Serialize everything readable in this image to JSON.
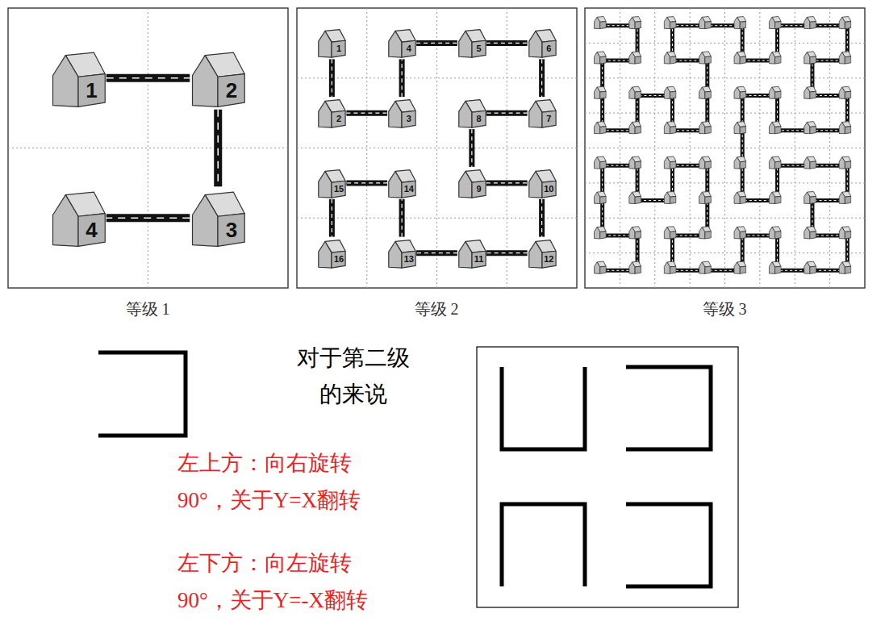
{
  "diagram": {
    "nodes": [
      {
        "text": [
          "1"
        ]
      },
      {
        "text": [
          "2"
        ]
      },
      {
        "text": [
          "3"
        ]
      },
      {
        "text": [
          "4"
        ]
      },
      {
        "text": [
          "1"
        ]
      },
      {
        "text": [
          "2"
        ]
      },
      {
        "text": [
          "3"
        ]
      },
      {
        "text": [
          "4"
        ]
      },
      {
        "text": [
          "5"
        ]
      },
      {
        "text": [
          "6"
        ]
      },
      {
        "text": [
          "7"
        ]
      },
      {
        "text": [
          "8"
        ]
      },
      {
        "text": [
          "9"
        ]
      },
      {
        "text": [
          "10"
        ]
      },
      {
        "text": [
          "11"
        ]
      },
      {
        "text": [
          "12"
        ]
      },
      {
        "text": [
          "13"
        ]
      },
      {
        "text": [
          "14"
        ]
      },
      {
        "text": [
          "15"
        ]
      },
      {
        "text": [
          "16"
        ]
      }
    ],
    "edges": [
      {
        "from": 0,
        "to": 1,
        "arrow": "none"
      },
      {
        "from": 1,
        "to": 2,
        "arrow": "none"
      },
      {
        "from": 2,
        "to": 3,
        "arrow": "none"
      },
      {
        "from": 4,
        "to": 5,
        "arrow": "none"
      },
      {
        "from": 5,
        "to": 6,
        "arrow": "none"
      },
      {
        "from": 6,
        "to": 7,
        "arrow": "none"
      },
      {
        "from": 7,
        "to": 8,
        "arrow": "none"
      },
      {
        "from": 8,
        "to": 9,
        "arrow": "none"
      },
      {
        "from": 9,
        "to": 10,
        "arrow": "none"
      },
      {
        "from": 10,
        "to": 11,
        "arrow": "none"
      },
      {
        "from": 11,
        "to": 12,
        "arrow": "none"
      },
      {
        "from": 12,
        "to": 13,
        "arrow": "none"
      },
      {
        "from": 13,
        "to": 15,
        "arrow": "none"
      },
      {
        "from": 15,
        "to": 14,
        "arrow": "none"
      },
      {
        "from": 14,
        "to": 16,
        "arrow": "none"
      },
      {
        "from": 16,
        "to": 17,
        "arrow": "none"
      },
      {
        "from": 17,
        "to": 18,
        "arrow": "none"
      },
      {
        "from": 18,
        "to": 19,
        "arrow": "none"
      }
    ],
    "labels": [
      "等级 1",
      "等级 2",
      "等级 3",
      "对于第二级 的来说",
      "左上方：向右旋转 90°，关于Y=X翻转",
      "左下方：向左旋转 90°，关于Y=-X翻转"
    ]
  }
}
